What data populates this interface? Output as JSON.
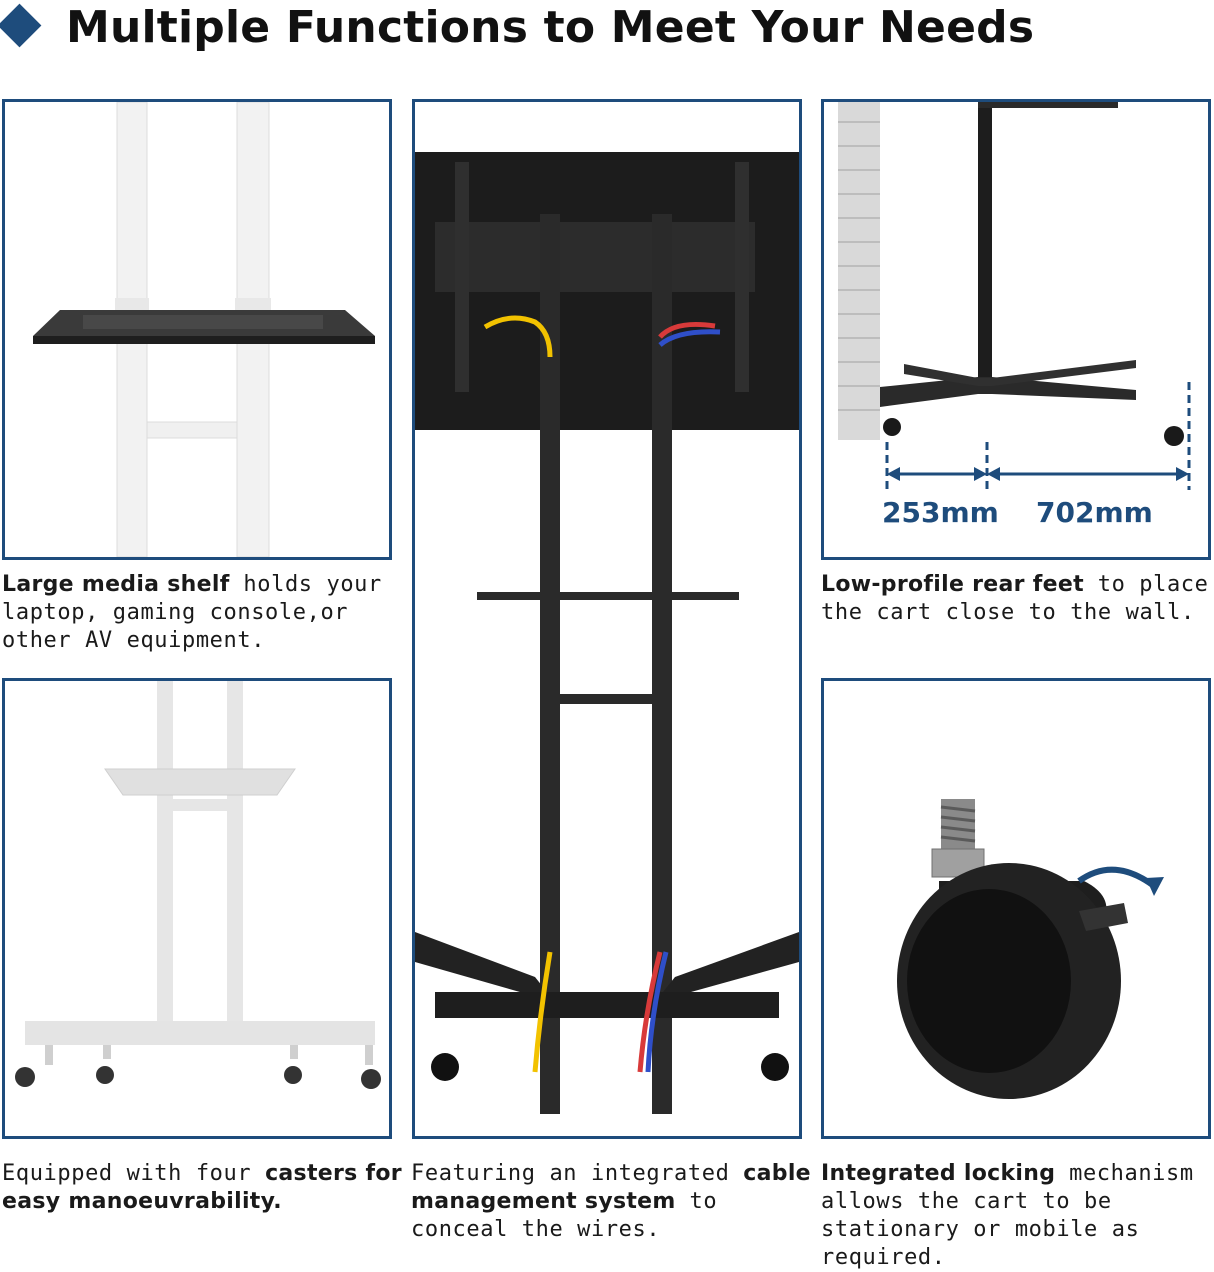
{
  "header": {
    "title": "Multiple Functions to Meet Your Needs",
    "accent_color": "#1e4c7c",
    "icon": "diamond-icon"
  },
  "panels": {
    "shelf": {
      "caption": {
        "bold": "Large media shelf",
        "rest": " holds your laptop, gaming console,or other AV equipment."
      }
    },
    "casters": {
      "caption": {
        "pre": "Equipped with four ",
        "bold": "casters for easy manoeuvrability."
      }
    },
    "cable": {
      "caption": {
        "pre": "Featuring an integrated ",
        "bold": "cable management system",
        "post": " to conceal the wires."
      }
    },
    "feet": {
      "caption": {
        "bold": "Low-profile rear feet",
        "rest": " to place the cart close to the wall."
      },
      "dimension_left": "253mm",
      "dimension_right": "702mm"
    },
    "lock": {
      "caption": {
        "bold": "Integrated locking",
        "rest": " mechanism allows the cart to be stationary or mobile as required."
      }
    }
  }
}
